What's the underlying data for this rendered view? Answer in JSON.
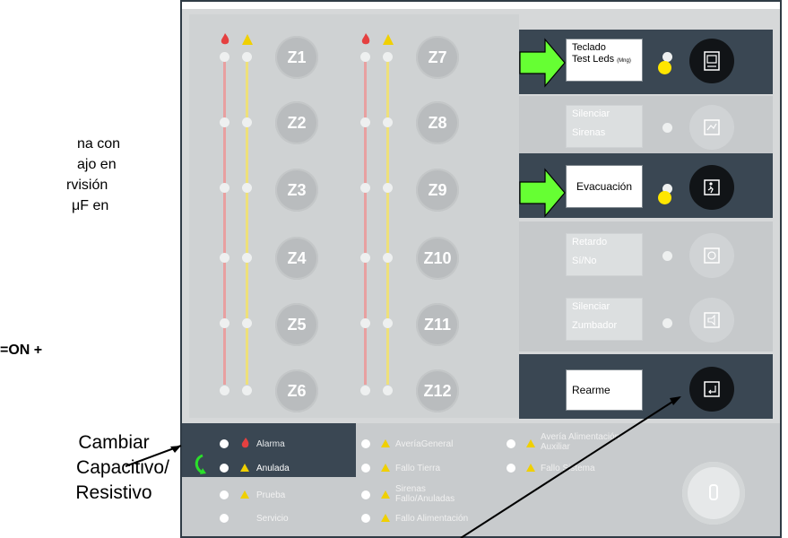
{
  "header": {
    "title_bold": "Fire Control Panel Display",
    "title_rest": "(Leyenda de indicadores)"
  },
  "left_text": {
    "line1": "na con",
    "line2": "ajo en",
    "line3": "rvisión",
    "line4": "μF en",
    "bold": "=ON +",
    "callout1": "Cambiar",
    "callout2": "Capacitivo/",
    "callout3": "Resistivo"
  },
  "zones_left": [
    "Z1",
    "Z2",
    "Z3",
    "Z4",
    "Z5",
    "Z6"
  ],
  "zones_right": [
    "Z7",
    "Z8",
    "Z9",
    "Z10",
    "Z11",
    "Z12"
  ],
  "controls": {
    "teclado_line1": "Teclado",
    "teclado_line2": "Test Leds",
    "teclado_small": "(Mng)",
    "silenciar_sirenas_1": "Silenciar",
    "silenciar_sirenas_2": "Sirenas",
    "evacuacion": "Evacuación",
    "retardo_1": "Retardo",
    "retardo_2": "Sí/No",
    "silenciar_zumbador_1": "Silenciar",
    "silenciar_zumbador_2": "Zumbador",
    "rearme": "Rearme"
  },
  "status": {
    "alarma": "Alarma",
    "anulada": "Anulada",
    "prueba": "Prueba",
    "servicio": "Servicio",
    "averia_general": "AveríaGeneral",
    "fallo_tierra": "Fallo Tierra",
    "sirenas_1": "Sirenas",
    "sirenas_2": "Fallo/Anuladas",
    "fallo_alimentacion": "Fallo Alimentación",
    "averia_alim_1": "Avería Alimentación",
    "averia_alim_2": "Auxiliar",
    "fallo_sistema": "Fallo Sistema"
  },
  "colors": {
    "panel_bg": "#d6d8d9",
    "dark_row": "#3a4753",
    "arrow_green": "#66ff33",
    "led_yellow": "#ffe600",
    "fire_red": "#e03030"
  }
}
